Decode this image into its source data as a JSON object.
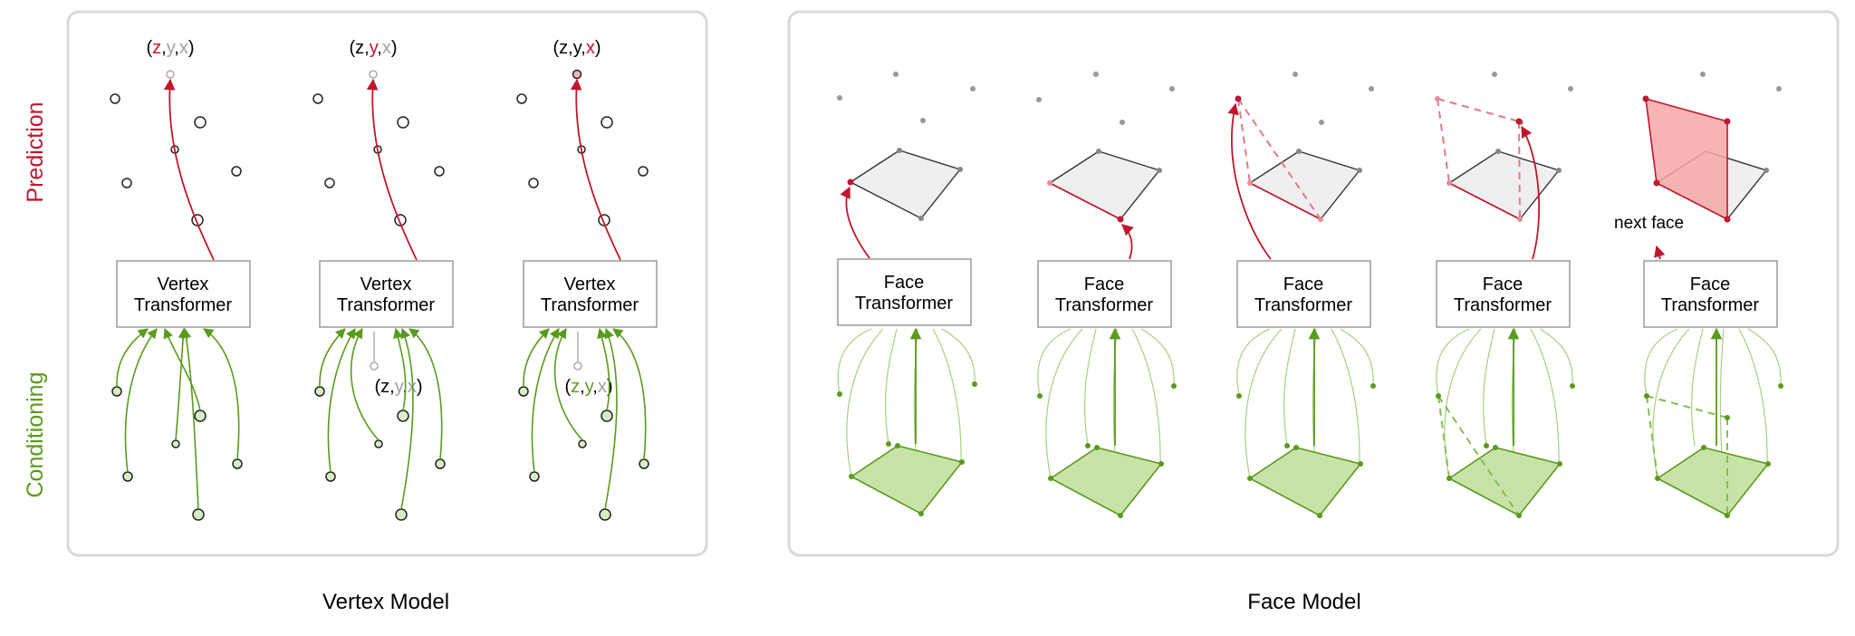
{
  "side_labels": {
    "prediction": "Prediction",
    "conditioning": "Conditioning"
  },
  "captions": {
    "vertex_model": "Vertex Model",
    "face_model": "Face Model"
  },
  "vertex_blocks": [
    {
      "line1": "Vertex",
      "line2": "Transformer"
    },
    {
      "line1": "Vertex",
      "line2": "Transformer"
    },
    {
      "line1": "Vertex",
      "line2": "Transformer"
    }
  ],
  "face_blocks": [
    {
      "line1": "Face",
      "line2": "Transformer"
    },
    {
      "line1": "Face",
      "line2": "Transformer"
    },
    {
      "line1": "Face",
      "line2": "Transformer"
    },
    {
      "line1": "Face",
      "line2": "Transformer"
    },
    {
      "line1": "Face",
      "line2": "Transformer"
    }
  ],
  "coords": {
    "open": "(",
    "z": "z",
    "comma": ",",
    "y": "y",
    "x": "x",
    "close": ")"
  },
  "next_face": "next face",
  "colors": {
    "red": "#c0172f",
    "green": "#5a9a1c",
    "grey": "#a0a0a0",
    "panel_border": "#d9d9d9"
  }
}
